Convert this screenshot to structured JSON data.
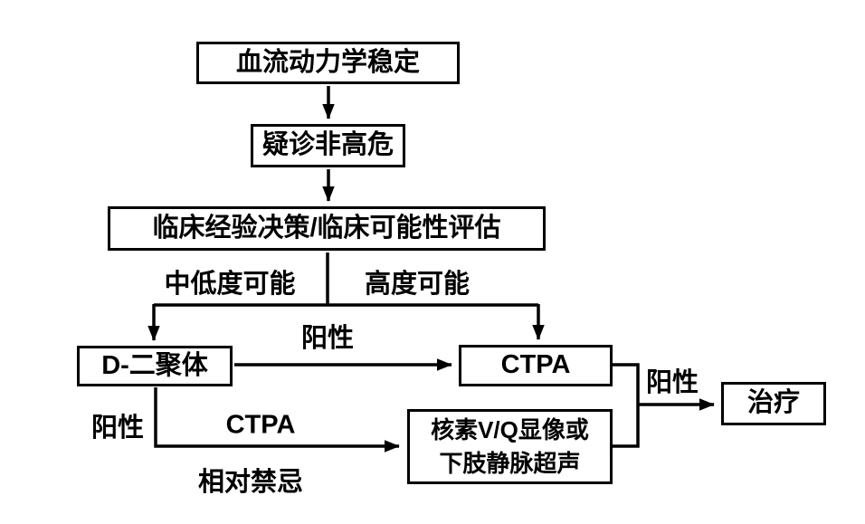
{
  "nodes": {
    "stable": {
      "label": "血流动力学稳定"
    },
    "suspect": {
      "label": "疑诊非高危"
    },
    "assess": {
      "label": "临床经验决策/临床可能性评估"
    },
    "ddimer": {
      "label": "D-二聚体"
    },
    "ctpa": {
      "label": "CTPA"
    },
    "vq": {
      "label": "核素V/Q显像或\n下肢静脉超声"
    },
    "treat": {
      "label": "治疗"
    }
  },
  "edge_labels": {
    "branch_left": "中低度可能",
    "branch_right": "高度可能",
    "positive_top": "阳性",
    "positive_left": "阳性",
    "elbow_ctpa": "CTPA",
    "relative_contraindication": "相对禁忌",
    "positive_right": "阳性"
  },
  "colors": {
    "line": "#000000",
    "background": "#ffffff"
  }
}
